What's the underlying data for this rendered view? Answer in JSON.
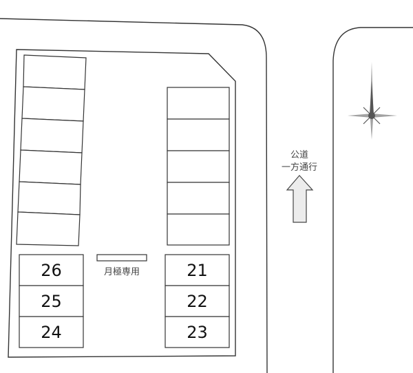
{
  "labels": {
    "monthly_only": "月極専用",
    "road_line1": "公道",
    "road_line2": "一方通行"
  },
  "spaces": [
    {
      "number": "26"
    },
    {
      "number": "25"
    },
    {
      "number": "24"
    },
    {
      "number": "21"
    },
    {
      "number": "22"
    },
    {
      "number": "23"
    }
  ],
  "unnumbered_spaces": {
    "left_column": 6,
    "right_column": 5
  },
  "colors": {
    "lines": "#333333",
    "arrow_fill": "#ececec",
    "compass": "#555555"
  },
  "icons": {
    "compass": "north-compass-icon",
    "arrow": "arrow-up-icon"
  }
}
